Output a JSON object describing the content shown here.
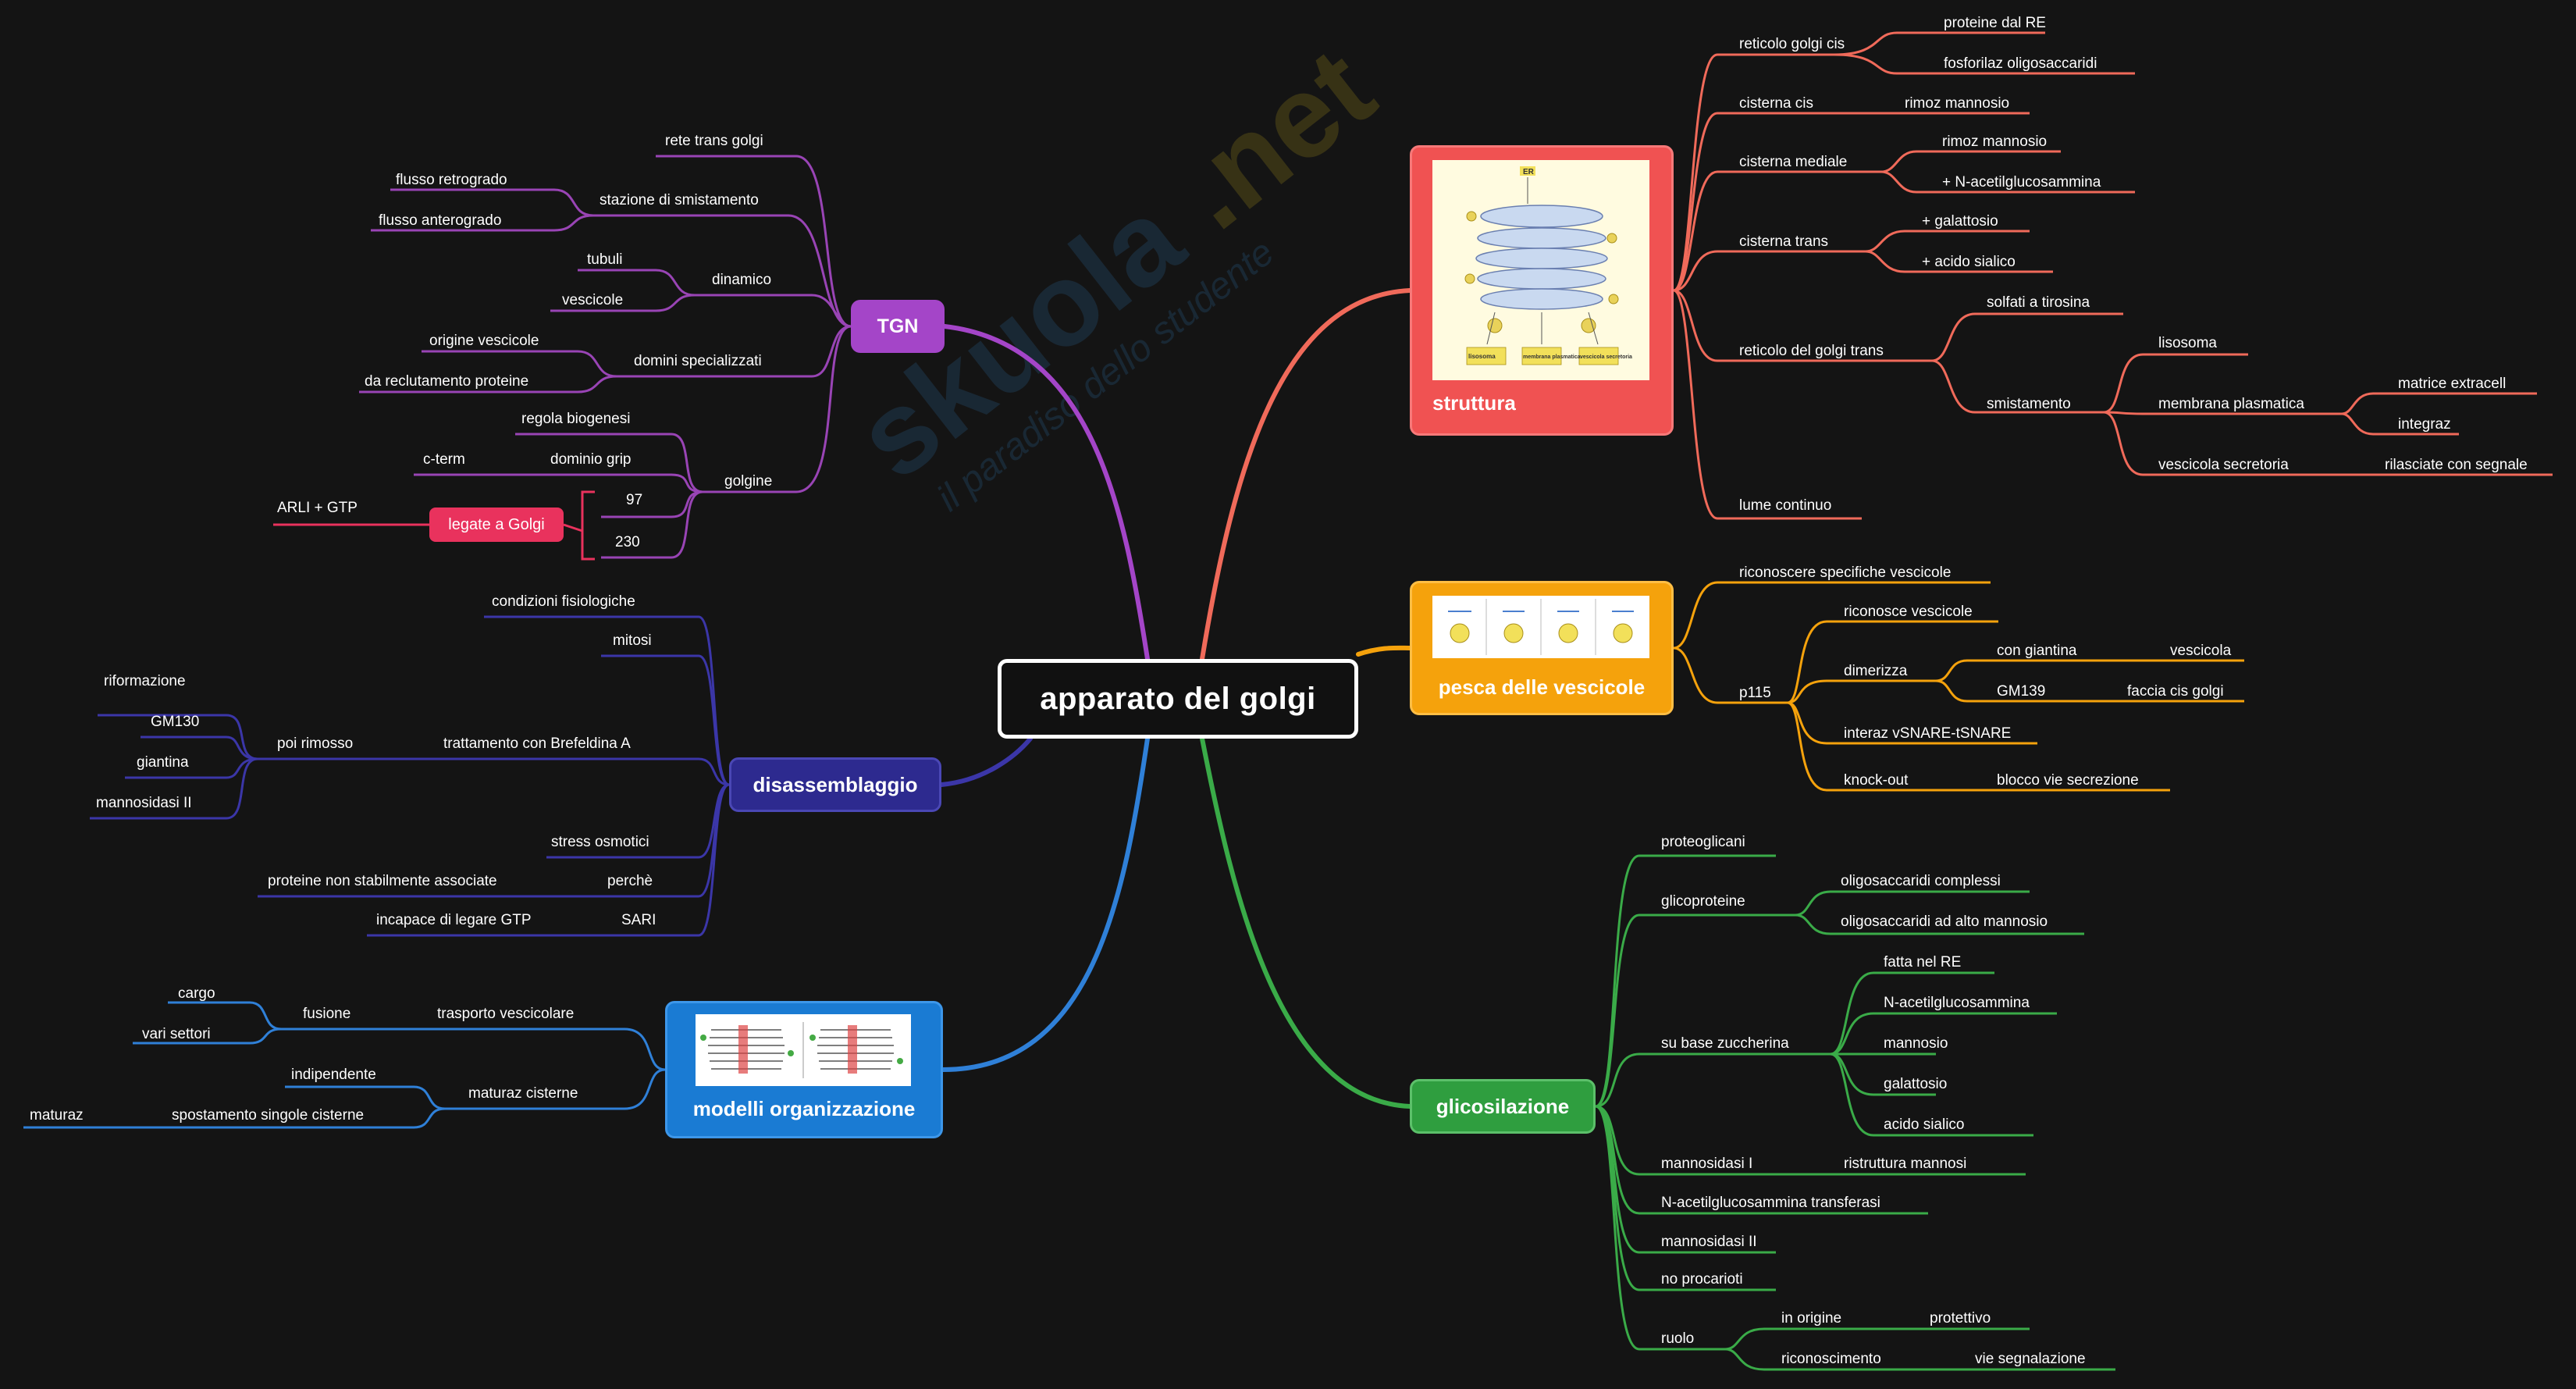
{
  "central": "apparato del golgi",
  "colors": {
    "tgn": "#a445c8",
    "disassemblaggio": "#2d2a8f",
    "modelli": "#1a7bd3",
    "struttura": "#f05252",
    "pesca": "#f5a20c",
    "glicosilazione": "#2f9e3f",
    "legate": "#e9325d"
  },
  "watermark": "skuola.net il paradiso dello studente",
  "tgn": {
    "title": "TGN",
    "rete": "rete trans golgi",
    "stazione": "stazione di smistamento",
    "flusso_retro": "flusso retrogrado",
    "flusso_antero": "flusso anterogrado",
    "dinamico": "dinamico",
    "tubuli": "tubuli",
    "vescicole": "vescicole",
    "domini": "domini specializzati",
    "origine": "origine vescicole",
    "reclutamento": "da reclutamento proteine",
    "golgine": "golgine",
    "regola": "regola biogenesi",
    "dominio_grip": "dominio grip",
    "cterm": "c-term",
    "n97": "97",
    "n230": "230",
    "legate": "legate a Golgi",
    "arl": "ARLI + GTP"
  },
  "dis": {
    "title": "disassemblaggio",
    "condizioni": "condizioni fisiologiche",
    "mitosi": "mitosi",
    "trattamento": "trattamento con Brefeldina A",
    "poi": "poi rimosso",
    "riformazione": "riformazione",
    "gm130": "GM130",
    "giantina": "giantina",
    "mannosidasi": "mannosidasi II",
    "stress": "stress osmotici",
    "perche": "perchè",
    "proteine": "proteine non stabilmente associate",
    "sari": "SARI",
    "incapace": "incapace di legare GTP"
  },
  "mod": {
    "title": "modelli organizzazione",
    "trasporto": "trasporto vescicolare",
    "fusione": "fusione",
    "cargo": "cargo",
    "vari": "vari settori",
    "maturaz": "maturaz cisterne",
    "indipendente": "indipendente",
    "spostamento": "spostamento singole cisterne",
    "maturaz2": "maturaz"
  },
  "str": {
    "title": "struttura",
    "reticolo_cis": "reticolo golgi cis",
    "proteine_re": "proteine dal RE",
    "fosforilaz": "fosforilaz oligosaccaridi",
    "cisterna_cis": "cisterna cis",
    "rimoz1": "rimoz mannosio",
    "cisterna_mediale": "cisterna mediale",
    "rimoz2": "rimoz mannosio",
    "nacetil": "+ N-acetilglucosammina",
    "cisterna_trans": "cisterna trans",
    "galattosio": "+ galattosio",
    "acido": "+ acido sialico",
    "reticolo_trans": "reticolo del golgi trans",
    "solfati": "solfati a tirosina",
    "smistamento": "smistamento",
    "lisosoma": "lisosoma",
    "membrana": "membrana plasmatica",
    "matrice": "matrice extracell",
    "integraz": "integraz",
    "vescicola_sec": "vescicola secretoria",
    "rilasciate": "rilasciate con segnale",
    "lume": "lume continuo"
  },
  "pes": {
    "title": "pesca delle vescicole",
    "riconoscere": "riconoscere specifiche vescicole",
    "p115": "p115",
    "riconosce": "riconosce vescicole",
    "dimerizza": "dimerizza",
    "con_giantina": "con giantina",
    "vescicola": "vescicola",
    "gm139": "GM139",
    "faccia": "faccia cis golgi",
    "interaz": "interaz vSNARE-tSNARE",
    "knock": "knock-out",
    "blocco": "blocco vie secrezione"
  },
  "gli": {
    "title": "glicosilazione",
    "proteoglicani": "proteoglicani",
    "glicoproteine": "glicoproteine",
    "oligo_compl": "oligosaccaridi complessi",
    "oligo_alto": "oligosaccaridi ad alto mannosio",
    "su_base": "su base zuccherina",
    "fatta": "fatta nel RE",
    "nacetil": "N-acetilglucosammina",
    "mannosio": "mannosio",
    "galattosio": "galattosio",
    "acido": "acido sialico",
    "mannosidasi1": "mannosidasi I",
    "ristruttura": "ristruttura mannosi",
    "transferasi": "N-acetilglucosammina transferasi",
    "mannosidasi2": "mannosidasi II",
    "procarioti": "no procarioti",
    "ruolo": "ruolo",
    "origine": "in origine",
    "protettivo": "protettivo",
    "riconoscimento": "riconoscimento",
    "vie": "vie segnalazione"
  },
  "figure_labels": {
    "er": "ER",
    "lisosoma": "lisosoma",
    "membrana": "membrana plasmatica",
    "vescicola": "vescicola secretoria"
  }
}
